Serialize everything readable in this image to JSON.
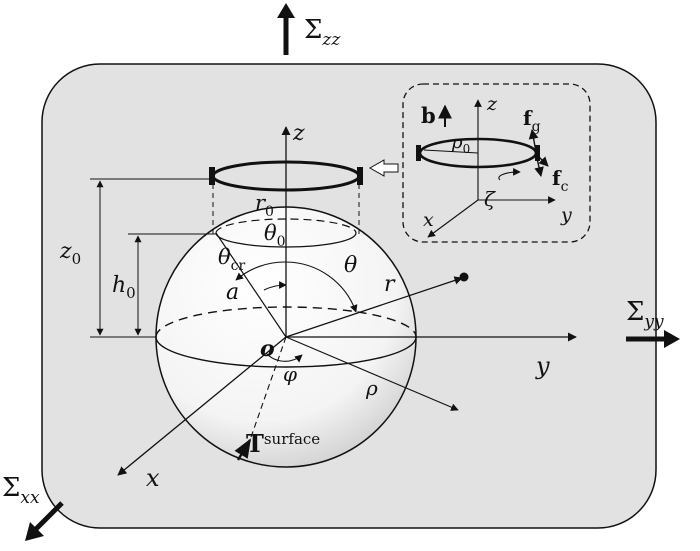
{
  "labels": {
    "sigma_zz": "Σ",
    "sigma_zz_sub": "zz",
    "sigma_yy": "Σ",
    "sigma_yy_sub": "yy",
    "sigma_xx": "Σ",
    "sigma_xx_sub": "xx",
    "z_main": "z",
    "y_main": "y",
    "x_main": "x",
    "origin": "o",
    "z0": "z",
    "z0_sub": "0",
    "h0": "h",
    "h0_sub": "0",
    "r0": "r",
    "r0_sub": "0",
    "theta0": "θ",
    "theta0_sub": "0",
    "theta_cr": "θ",
    "theta_cr_sub": "cr",
    "theta": "θ",
    "a": "a",
    "r": "r",
    "phi": "φ",
    "rho": "ρ",
    "t_surface": "T",
    "t_surface_sup": "surface",
    "inset_b": "b",
    "inset_z": "z",
    "inset_fg": "f",
    "inset_fg_sub": "g",
    "inset_rho0": "ρ",
    "inset_rho0_sub": "0",
    "inset_fc": "f",
    "inset_fc_sub": "c",
    "inset_zeta": "ζ",
    "inset_x": "x",
    "inset_y": "y"
  },
  "colors": {
    "background": "#ffffff",
    "panel_fill": "#e2e2e2",
    "sphere_fill": "#ffffff",
    "line": "#111111"
  }
}
